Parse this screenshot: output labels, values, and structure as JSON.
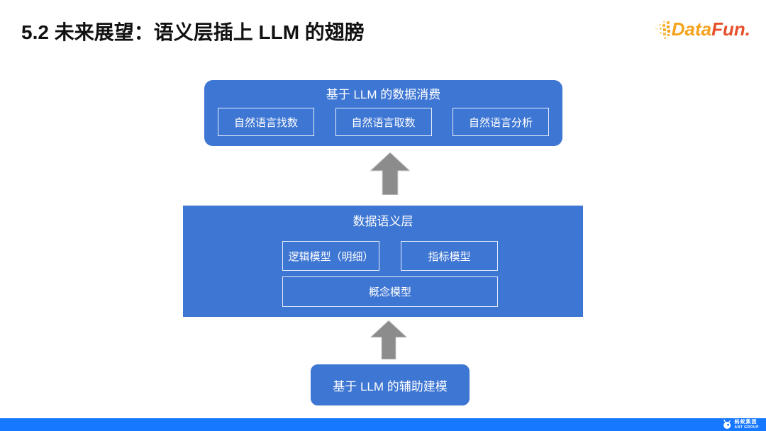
{
  "header": {
    "title": "5.2 未来展望：语义层插上 LLM 的翅膀"
  },
  "brand": {
    "name_part1": "Data",
    "name_part2": "Fun.",
    "icon": "datafun-pixel-dots-icon"
  },
  "diagram": {
    "consumption_box": {
      "title": "基于 LLM 的数据消费",
      "items": [
        "自然语言找数",
        "自然语言取数",
        "自然语言分析"
      ]
    },
    "arrow_icon": "block-up-arrow-icon",
    "semantic_box": {
      "title": "数据语义层",
      "row1": [
        "逻辑模型（明细）",
        "指标模型"
      ],
      "row2": [
        "概念模型"
      ]
    },
    "modeling_box": {
      "title": "基于 LLM 的辅助建模"
    }
  },
  "footer": {
    "company_cn": "蚂蚁集团",
    "company_en": "ANT GROUP",
    "icon": "ant-group-logo-icon"
  },
  "colors": {
    "box_blue": "#3E76D3",
    "footer_blue": "#1677FF",
    "arrow_gray": "#8C8C8C",
    "brand_orange": "#F5A21D",
    "brand_red": "#E5502A",
    "title_black": "#111111"
  }
}
